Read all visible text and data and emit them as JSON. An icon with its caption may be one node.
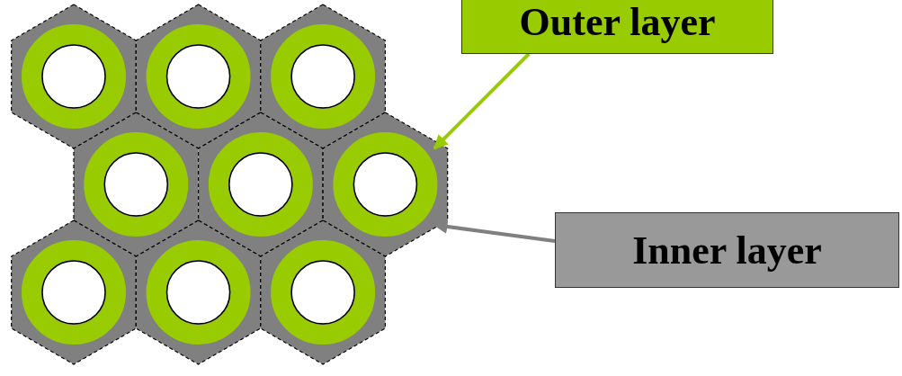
{
  "diagram": {
    "nodes": [
      {
        "text": [
          "Outer layer"
        ]
      },
      {
        "text": [
          "Inner layer"
        ]
      }
    ],
    "edges": [
      {
        "from": 0,
        "to": null,
        "arrow": "to",
        "color": "#99cc00"
      },
      {
        "from": 1,
        "to": null,
        "arrow": "to",
        "color": "#808080"
      }
    ]
  }
}
